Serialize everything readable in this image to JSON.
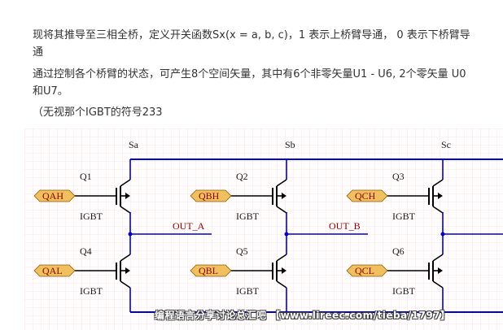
{
  "text": {
    "line1": "现将其推导至三相全桥，定义开关函数Sx(x = a, b, c)，1 表示上桥臂导通， 0 表示下桥臂导",
    "line1b": "通",
    "line2": "通过控制各个桥臂的状态，可产生8个空间矢量，其中有6个非零矢量U1 - U6, 2个零矢量 U0",
    "line2b": "和U7。",
    "line3": "（无视那个IGBT的符号233"
  },
  "schematic": {
    "legs": [
      {
        "bus": "Sa",
        "upper_ref": "Q1",
        "lower_ref": "Q4",
        "type": "IGBT",
        "upper_port": "QAH",
        "lower_port": "QAL",
        "out": "OUT_A"
      },
      {
        "bus": "Sb",
        "upper_ref": "Q2",
        "lower_ref": "Q5",
        "type": "IGBT",
        "upper_port": "QBH",
        "lower_port": "QBL",
        "out": "OUT_B"
      },
      {
        "bus": "Sc",
        "upper_ref": "Q3",
        "lower_ref": "Q6",
        "type": "IGBT",
        "upper_port": "QCH",
        "lower_port": "QCL",
        "out": ""
      }
    ],
    "colors": {
      "wire": "#0000cc",
      "part": "#000000",
      "port_fill": "#f0c060",
      "port_text": "#8b0000",
      "grid": "#f0c8c8"
    }
  },
  "watermark": "编程语言分享讨论总汇吧 【www.lireec.com/tieba/1797】"
}
